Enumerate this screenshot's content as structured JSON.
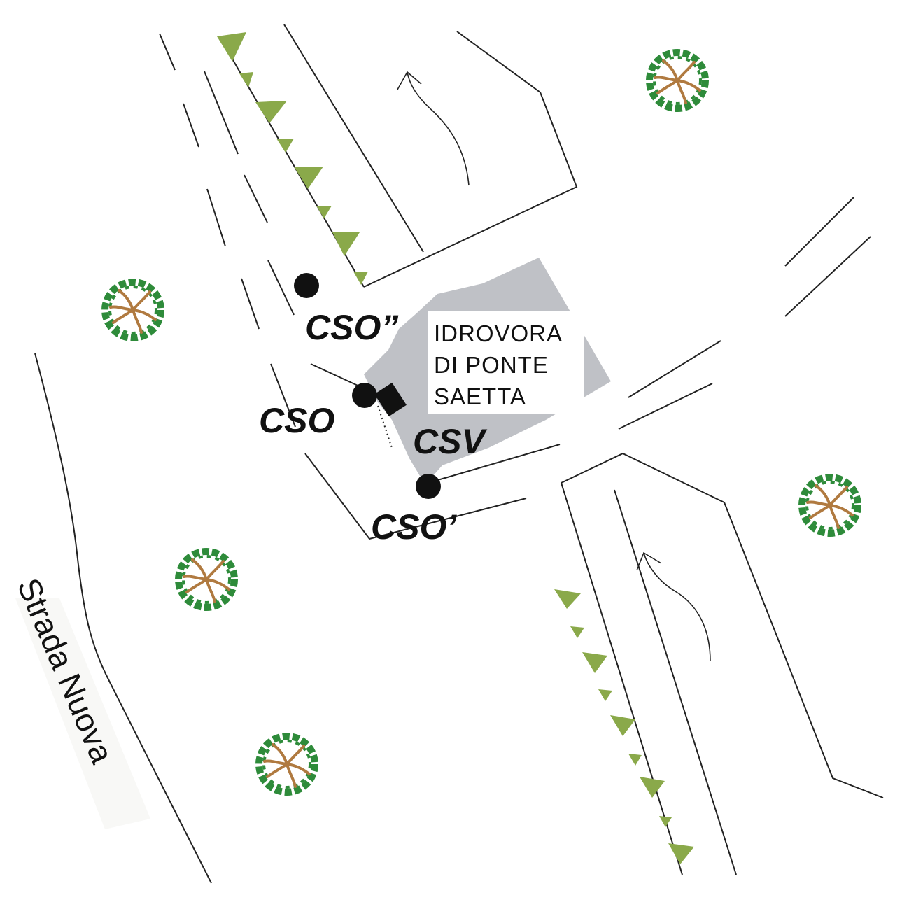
{
  "map": {
    "plant_label": {
      "line1": "IDROVORA",
      "line2": "DI PONTE",
      "line3": "SAETTA"
    },
    "points": {
      "cso_upper": "CSO”",
      "cso": "CSO",
      "csv": "CSV",
      "cso_lower": "CSO’"
    },
    "road_label": "Strada Nuova",
    "colors": {
      "plant_area": "#bfc1c6",
      "marker": "#111111",
      "embankment_triangle": "#8aa94a",
      "tree_foliage": "#2e8b3a",
      "tree_branches": "#b07a40"
    },
    "icons": [
      "tree-icon",
      "flow-arrow-icon",
      "embankment-triangle-icon",
      "point-marker-icon"
    ]
  }
}
